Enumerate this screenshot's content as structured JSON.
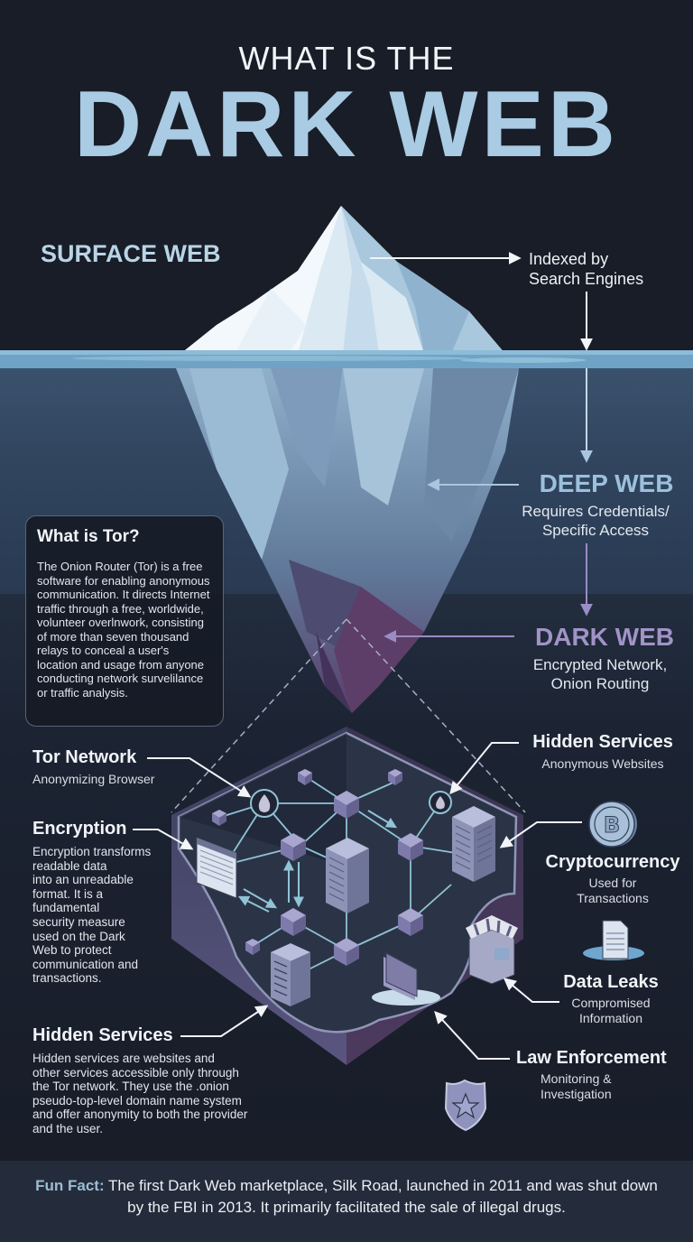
{
  "header": {
    "title_small": "WHAT IS THE",
    "title_big": "DARK WEB"
  },
  "layers": {
    "surface": {
      "label": "SURFACE WEB",
      "note": [
        "Indexed by",
        "Search Engines"
      ]
    },
    "deep": {
      "label": "DEEP WEB",
      "note": [
        "Requires Credentials/",
        "Specific Access"
      ]
    },
    "dark": {
      "label": "DARK WEB",
      "note": [
        "Encrypted Network,",
        "Onion Routing"
      ]
    }
  },
  "tor_box": {
    "title": "What is Tor?",
    "body": "The Onion Router (Tor) is a free software for enabling anonymous communication. It directs Internet traffic through a free, worldwide, volunteer overlnwork, consisting of more than seven thousand relays to conceal a user's location and usage from anyone conducting network survelilance or traffic analysis."
  },
  "left_labels": {
    "tor_network": {
      "title": "Tor Network",
      "sub": "Anonymizing Browser"
    },
    "encryption": {
      "title": "Encryption",
      "body": [
        "Encryption transforms",
        "readable data",
        "into an unreadable",
        "format. It is a",
        "fundamental",
        "security measure",
        "used on the Dark",
        "Web to protect",
        "communication and",
        "transactions."
      ]
    },
    "hidden_services": {
      "title": "Hidden Services",
      "body": [
        "Hidden services are websites and",
        "other services accessible only through",
        "the Tor network. They use the .onion",
        "pseudo-top-level domain name system",
        "and offer anonymity to both the provider",
        "and the user."
      ]
    }
  },
  "right_labels": {
    "hidden_services": {
      "title": "Hidden Services",
      "sub": "Anonymous Websites"
    },
    "cryptocurrency": {
      "title": "Cryptocurrency",
      "sub": [
        "Used for",
        "Transactions"
      ]
    },
    "data_leaks": {
      "title": "Data Leaks",
      "sub": [
        "Compromised",
        "Information"
      ]
    },
    "law_enforcement": {
      "title": "Law Enforcement",
      "sub": [
        "Monitoring &",
        "Investigation"
      ]
    }
  },
  "icons": {
    "iceberg": "iceberg-illustration",
    "onion": "onion-icon",
    "server": "server-icon",
    "node": "cube-node-icon",
    "browser": "encrypted-window-icon",
    "store": "marketplace-icon",
    "folder": "leaked-folder-icon",
    "coin": "bitcoin-icon",
    "document": "leaked-document-icon",
    "shield": "police-badge-icon"
  },
  "fun_fact": {
    "label": "Fun Fact:",
    "text": " The first Dark Web marketplace, Silk Road, launched in 2011 and was shut down by the FBI in 2013. It primarily facilitated the sale of illegal drugs."
  },
  "colors": {
    "background": "#181d28",
    "title_accent": "#a9cbe3",
    "deep_accent": "#9cc0db",
    "dark_accent": "#a193c7",
    "water": "#6fa3c6"
  }
}
